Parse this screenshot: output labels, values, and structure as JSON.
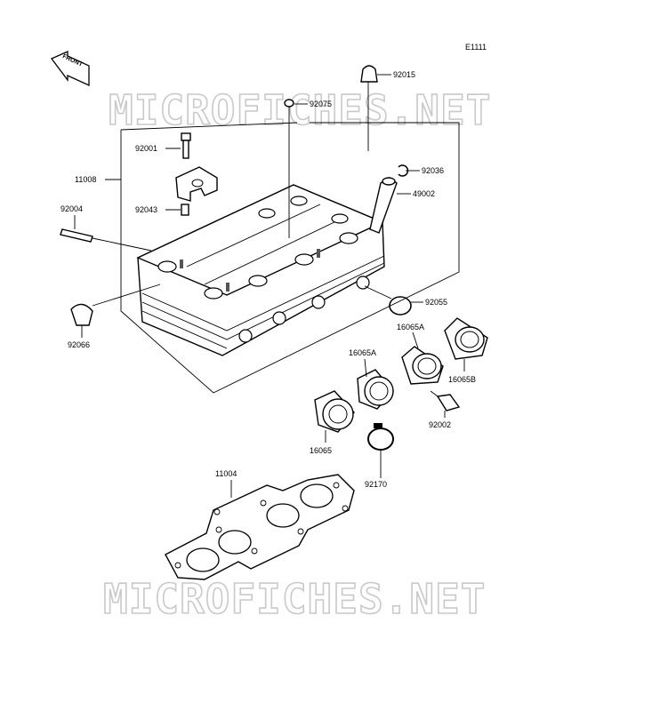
{
  "diagram_code": "E1111",
  "watermark": "MICROFICHES.NET",
  "front_badge": "FRONT",
  "parts": {
    "p92015": "92015",
    "p92075": "92075",
    "p92001": "92001",
    "p11008": "11008",
    "p92036": "92036",
    "p49002": "49002",
    "p92004": "92004",
    "p92043": "92043",
    "p92055": "92055",
    "p92066": "92066",
    "p16065A_right": "16065A",
    "p16065A_left": "16065A",
    "p16065B": "16065B",
    "p92002": "92002",
    "p16065": "16065",
    "p92170": "92170",
    "p11004": "11004"
  }
}
